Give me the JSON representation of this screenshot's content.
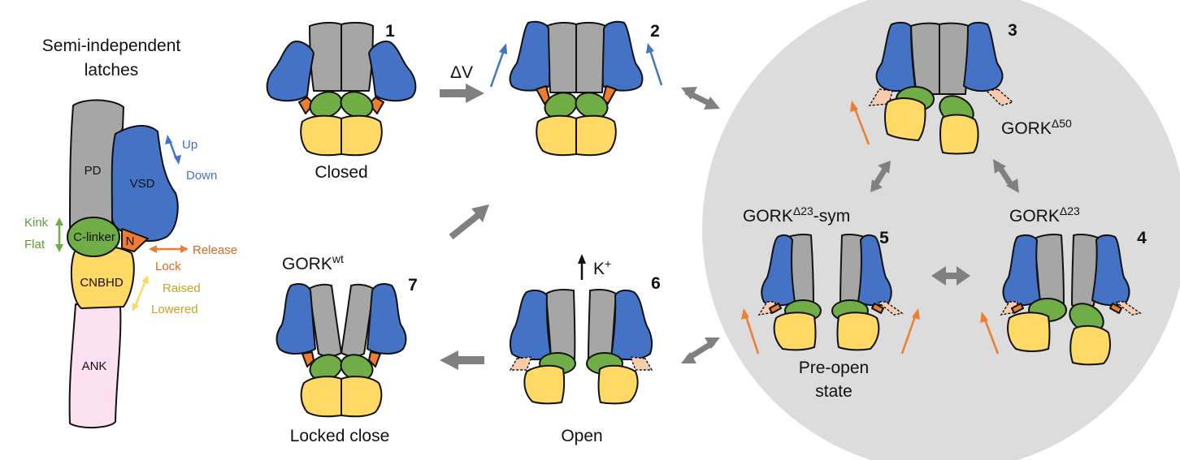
{
  "colors": {
    "pd": "#a6a6a6",
    "vsd": "#4472c4",
    "clinker": "#70ad47",
    "n_latch": "#ed7d31",
    "n_latch_released": "#f8cbad",
    "cnbhd": "#ffd966",
    "ank": "#fde0ef",
    "bg_circle": "#dcdcdc",
    "transition_arrow": "#808080",
    "up_down_label": "#4472c4",
    "kink_flat_label": "#5f9a3a",
    "release_lock_label": "#d9691f",
    "raised_lowered_label": "#c9a227"
  },
  "legend": {
    "title_line1": "Semi-independent",
    "title_line2": "latches",
    "domains": {
      "pd": "PD",
      "vsd": "VSD",
      "clinker": "C-linker",
      "n": "N",
      "cnbhd": "CNBHD",
      "ank": "ANK"
    },
    "motions": {
      "up": "Up",
      "down": "Down",
      "kink": "Kink",
      "flat": "Flat",
      "release": "Release",
      "lock": "Lock",
      "raised": "Raised",
      "lowered": "Lowered"
    }
  },
  "states": [
    {
      "number": "1",
      "label": "Closed",
      "variant": ""
    },
    {
      "number": "2",
      "label": "",
      "variant": ""
    },
    {
      "number": "3",
      "label": "",
      "variant_base": "GORK",
      "variant_sup": "Δ50"
    },
    {
      "number": "4",
      "label": "",
      "variant_base": "GORK",
      "variant_sup": "Δ23"
    },
    {
      "number": "5",
      "label_line1": "Pre-open",
      "label_line2": "state",
      "variant_base": "GORK",
      "variant_sup": "Δ23",
      "variant_suffix": "-sym"
    },
    {
      "number": "6",
      "label": "Open",
      "ion_base": "K",
      "ion_sup": "+"
    },
    {
      "number": "7",
      "label": "Locked close",
      "variant_base": "GORK",
      "variant_sup": "wt"
    }
  ],
  "transitions": {
    "voltage_label": "ΔV"
  }
}
